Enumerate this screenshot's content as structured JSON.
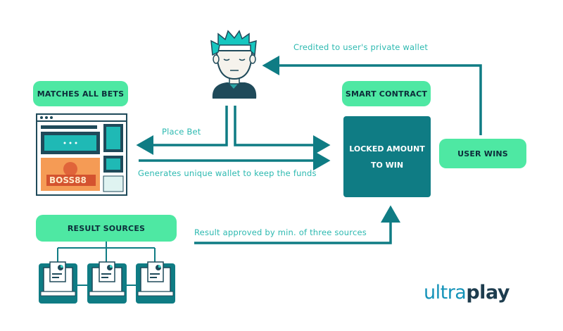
{
  "boxes": {
    "matches_all_bets": "MATCHES ALL BETS",
    "smart_contract": "SMART CONTRACT",
    "result_sources": "RESULT SOURCES",
    "user_wins": "USER WINS",
    "locked_line1": "LOCKED AMOUNT",
    "locked_line2": "TO WIN"
  },
  "flow_labels": {
    "credited": "Credited to user's private wallet",
    "place_bet": "Place Bet",
    "generates": "Generates unique wallet to keep the funds",
    "result_approved": "Result approved by min. of three sources"
  },
  "logo": {
    "part1": "ultra",
    "part2": "play"
  },
  "colors": {
    "green_box": "#4ee8a3",
    "arrow": "#0f7c84",
    "label_text": "#2cb9b0",
    "locked_box": "#0f7c84",
    "logo_light": "#1593b9",
    "logo_dark": "#1d3c4e"
  },
  "icons": [
    "user-avatar-icon",
    "betting-site-window-icon",
    "laptop-document-icon"
  ]
}
